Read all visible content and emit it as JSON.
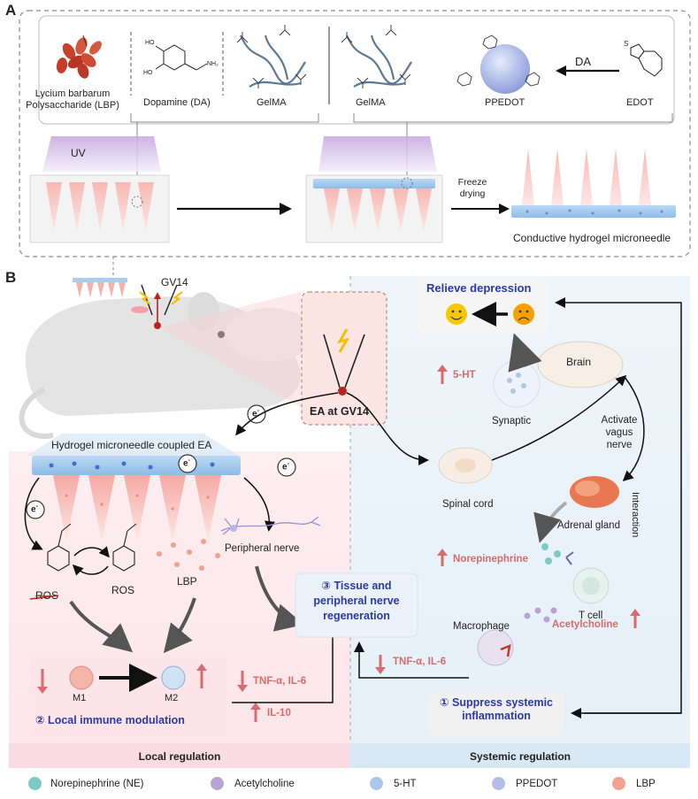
{
  "panel_a": {
    "letter": "A",
    "components": {
      "lbp": "Lycium barbarum\nPolysaccharide (LBP)",
      "dopamine": "Dopamine (DA)",
      "gelma_left": "GelMA",
      "gelma_right": "GelMA",
      "ppedot": "PPEDOT",
      "edot": "EDOT",
      "da_arrow": "DA"
    },
    "steps": {
      "uv": "UV",
      "freeze": "Freeze\ndrying",
      "product": "Conductive hydrogel microneedle"
    }
  },
  "panel_b": {
    "letter": "B",
    "gv14": "GV14",
    "ea_box": "EA at GV14",
    "electron": "e",
    "electron_sup": "-",
    "hydrogel_label": "Hydrogel microneedle coupled EA",
    "relieve": "Relieve depression",
    "brain": "Brain",
    "five_ht": "5-HT",
    "synaptic": "Synaptic",
    "activate": "Activate\nvagus\nnerve",
    "spinal": "Spinal cord",
    "adrenal": "Adrenal gland",
    "interaction": "Interaction",
    "norepinephrine": "Norepinephrine",
    "tcell": "T cell",
    "macrophage": "Macrophage",
    "acetylcholine": "Acetylcholine",
    "tnf_right": "TNF-α, IL-6",
    "tnf_left": "TNF-α, IL-6",
    "il10": "IL-10",
    "suppress": "① Suppress systemic\ninflammation",
    "tissue": "③ Tissue and\nperipheral nerve\nregeneration",
    "local_immune": "② Local immune modulation",
    "m1": "M1",
    "m2": "M2",
    "ros_struck": "ROS",
    "ros": "ROS",
    "lbp": "LBP",
    "peripheral": "Peripheral nerve",
    "local_reg": "Local regulation",
    "systemic_reg": "Systemic regulation"
  },
  "legend": [
    {
      "label": "Norepinephrine (NE)",
      "color": "#7cc9c6"
    },
    {
      "label": "Acetylcholine",
      "color": "#b9a2d4"
    },
    {
      "label": "5-HT",
      "color": "#a9c8ec"
    },
    {
      "label": "PPEDOT",
      "color": "#b3bfe9"
    },
    {
      "label": "LBP",
      "color": "#f3a08e"
    }
  ],
  "colors": {
    "pink_region": "#fbe9ec",
    "blue_region": "#eaf3f9",
    "accent_red": "#d86b6b",
    "accent_blue": "#2a3aa8",
    "hydrogel": "#a9cdee"
  }
}
